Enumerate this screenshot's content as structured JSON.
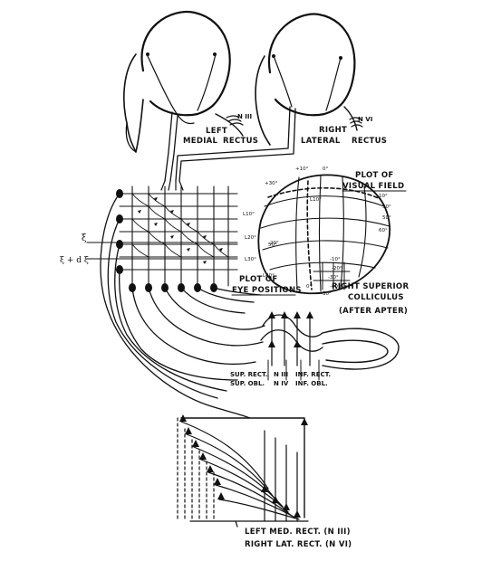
{
  "labels": {
    "left_medial_1": "LEFT",
    "left_medial_2": "MEDIAL",
    "rectus_left": "RECTUS",
    "n_three_top": "N III",
    "right_lateral_1": "RIGHT",
    "right_lateral_2": "LATERAL",
    "rectus_right": "RECTUS",
    "n_six_top": "N VI",
    "plot_visual_1": "PLOT OF",
    "plot_visual_2": "VISUAL FIELD",
    "plot_eye_1": "PLOT OF",
    "plot_eye_2": "EYE POSITIONS",
    "colliculus_1": "RIGHT SUPERIOR",
    "colliculus_2": "COLLICULUS",
    "colliculus_3": "(AFTER APTER)",
    "xi": "ξ",
    "xi_dxi": "ξ + d ξ",
    "sup_rect": "SUP. RECT.",
    "n_three_mid": "N III",
    "inf_rect": "INF. RECT.",
    "sup_obl": "SUP. OBL.",
    "n_four_mid": "N IV",
    "inf_obl": "INF. OBL.",
    "bottom_1": "LEFT MED. RECT. (N III)",
    "bottom_2": "RIGHT LAT. RECT. (N VI)"
  },
  "field_ticks": {
    "t_plus10": "+10°",
    "t_0": "0°",
    "t_plus30": "+30°",
    "t_L10": "L10°",
    "t_10": "10°",
    "t_30": "30°",
    "t_50": "50°",
    "t_60": "60°",
    "t_L20": "L20°",
    "t_L30": "L30°",
    "t_L40": "L40°",
    "t_20": "20°",
    "t_m10": "-10°",
    "t_m20": "-20°",
    "t_m30": "-30°",
    "t_m40": "-40°",
    "t_50b": "50°",
    "t_0b": "0°",
    "t_m30b": "-30°"
  }
}
